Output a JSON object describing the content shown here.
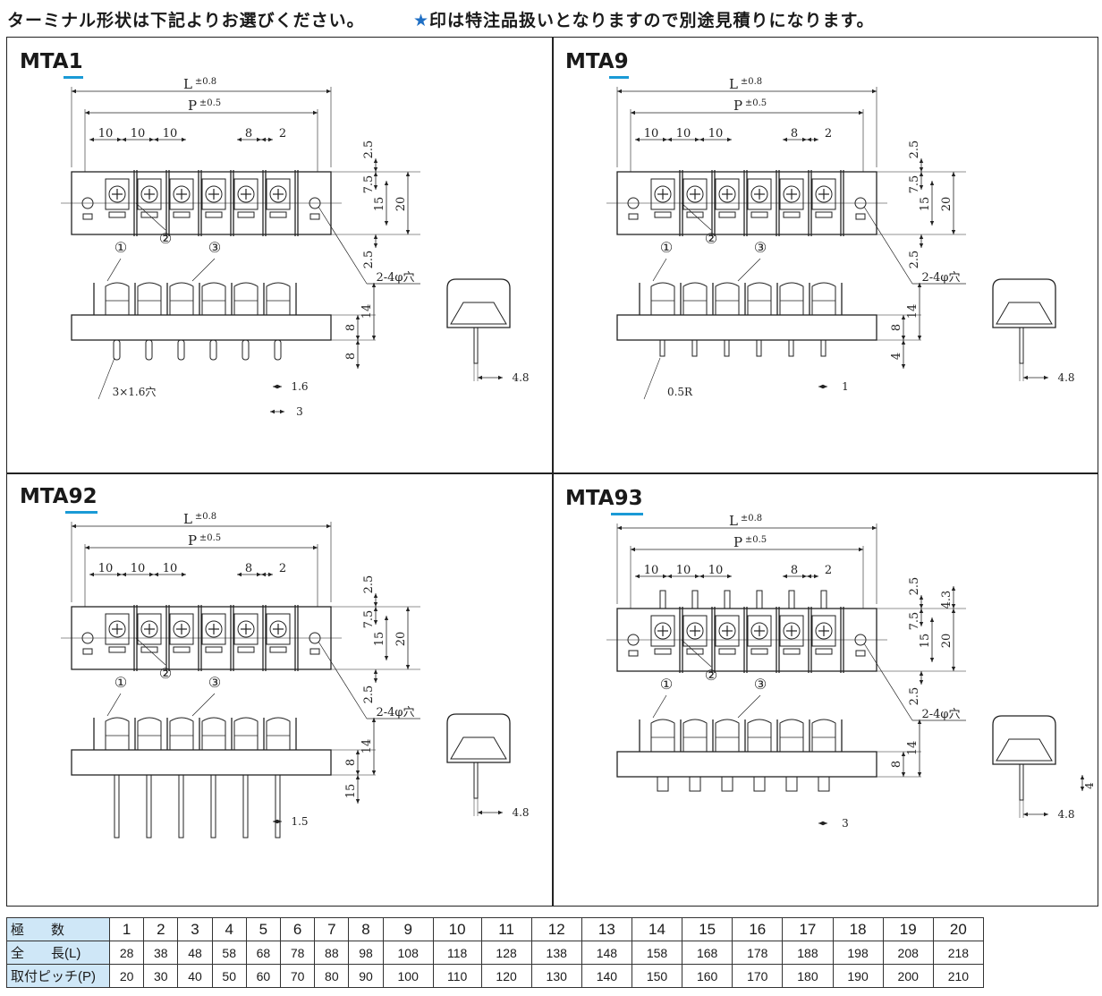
{
  "header": {
    "instruction": "ターミナル形状は下記よりお選びください。",
    "star": "★",
    "note": "印は特注品扱いとなりますので別途見積りになります。"
  },
  "panels": [
    {
      "title_prefix": "MTA",
      "title_suffix": "1",
      "dims": {
        "L": "L",
        "L_tol": "±0.8",
        "P": "P",
        "P_tol": "±0.5",
        "d10a": "10",
        "d10b": "10",
        "d10c": "10",
        "d8": "8",
        "d2": "2",
        "v25a": "2.5",
        "v75": "7.5",
        "v15": "15",
        "v20": "20",
        "v25b": "2.5",
        "hole": "2-4φ穴",
        "c1": "①",
        "c2": "②",
        "c3": "③",
        "h8a": "8",
        "h14": "14",
        "h8b": "8",
        "extra1": "3×1.6穴",
        "extra2": "1.6",
        "extra3": "3",
        "side": "4.8"
      }
    },
    {
      "title_prefix": "MTA",
      "title_suffix": "9",
      "dims": {
        "L": "L",
        "L_tol": "±0.8",
        "P": "P",
        "P_tol": "±0.5",
        "d10a": "10",
        "d10b": "10",
        "d10c": "10",
        "d8": "8",
        "d2": "2",
        "v25a": "2.5",
        "v75": "7.5",
        "v15": "15",
        "v20": "20",
        "v25b": "2.5",
        "hole": "2-4φ穴",
        "c1": "①",
        "c2": "②",
        "c3": "③",
        "h8a": "8",
        "h14": "14",
        "h8b": "4",
        "extra1": "0.5R",
        "extra2": "1",
        "extra3": "",
        "side": "4.8"
      }
    },
    {
      "title_prefix": "MTA",
      "title_suffix": "92",
      "dims": {
        "L": "L",
        "L_tol": "±0.8",
        "P": "P",
        "P_tol": "±0.5",
        "d10a": "10",
        "d10b": "10",
        "d10c": "10",
        "d8": "8",
        "d2": "2",
        "v25a": "2.5",
        "v75": "7.5",
        "v15": "15",
        "v20": "20",
        "v25b": "2.5",
        "hole": "2-4φ穴",
        "c1": "①",
        "c2": "②",
        "c3": "③",
        "h8a": "8",
        "h14": "14",
        "h8b": "15",
        "extra1": "",
        "extra2": "1.5",
        "extra3": "",
        "side": "4.8"
      }
    },
    {
      "title_prefix": "MTA",
      "title_suffix": "93",
      "dims": {
        "L": "L",
        "L_tol": "±0.8",
        "P": "P",
        "P_tol": "±0.5",
        "d10a": "10",
        "d10b": "10",
        "d10c": "10",
        "d8": "8",
        "d2": "2",
        "v25a": "2.5",
        "v75": "7.5",
        "v15": "15",
        "v20": "20",
        "v25b": "2.5",
        "hole": "2-4φ穴",
        "v43": "4.3",
        "c1": "①",
        "c2": "②",
        "c3": "③",
        "h8a": "8",
        "h14": "14",
        "h8b": "",
        "extra1": "",
        "extra2": "3",
        "extra3": "",
        "side": "4.8",
        "side2": "4"
      }
    }
  ],
  "table": {
    "rows": [
      {
        "label": "極　　数",
        "values": [
          "1",
          "2",
          "3",
          "4",
          "5",
          "6",
          "7",
          "8",
          "9",
          "10",
          "11",
          "12",
          "13",
          "14",
          "15",
          "16",
          "17",
          "18",
          "19",
          "20"
        ]
      },
      {
        "label": "全　　長(L)",
        "values": [
          "28",
          "38",
          "48",
          "58",
          "68",
          "78",
          "88",
          "98",
          "108",
          "118",
          "128",
          "138",
          "148",
          "158",
          "168",
          "178",
          "188",
          "198",
          "208",
          "218"
        ]
      },
      {
        "label": "取付ピッチ(P)",
        "values": [
          "20",
          "30",
          "40",
          "50",
          "60",
          "70",
          "80",
          "90",
          "100",
          "110",
          "120",
          "130",
          "140",
          "150",
          "160",
          "170",
          "180",
          "190",
          "200",
          "210"
        ]
      }
    ]
  }
}
